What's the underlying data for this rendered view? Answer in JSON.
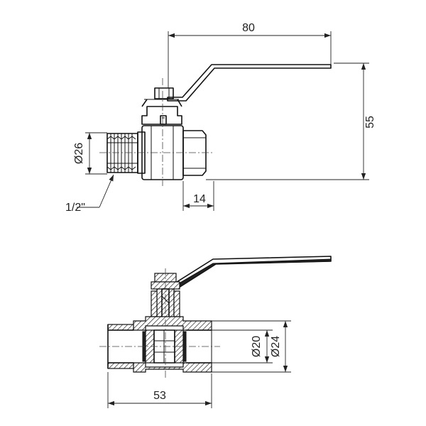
{
  "drawing": {
    "top_view": {
      "dim_handle_length": "80",
      "dim_height": "55",
      "dim_diameter": "Ø26",
      "dim_thread_label": "1/2\"",
      "dim_female_depth": "14"
    },
    "section_view": {
      "dim_bore": "Ø20",
      "dim_outer": "Ø24",
      "dim_length": "53"
    }
  }
}
